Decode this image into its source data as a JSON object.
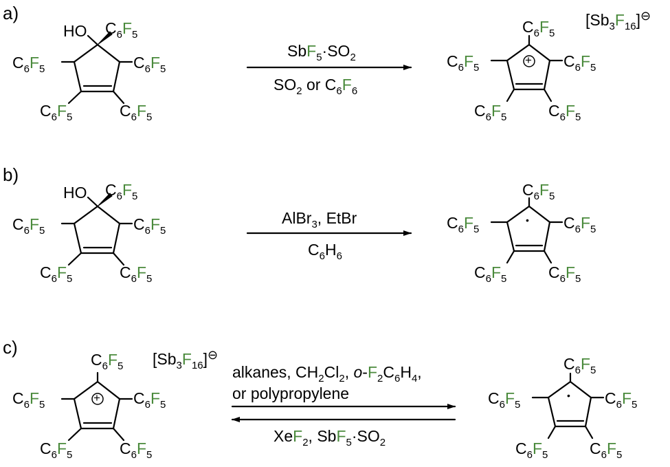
{
  "panels": [
    "a)",
    "b)",
    "c)"
  ],
  "groups": {
    "ho": "HO",
    "c": "C",
    "f": "F",
    "c6": "6",
    "f5": "5"
  },
  "anion": {
    "open": "[Sb",
    "three": "3",
    "f": "F",
    "sixteen": "16",
    "close": "]",
    "charge": "⊖"
  },
  "cation_charge": "+",
  "radical_dot": "•",
  "rxn_a": {
    "top": {
      "sb": "Sb",
      "f": "F",
      "five": "5",
      "so2": "·SO",
      "two": "2"
    },
    "bottom": {
      "so": "SO",
      "two": "2",
      "or": " or C",
      "six": "6",
      "f": "F",
      "six2": "6"
    }
  },
  "rxn_b": {
    "top": {
      "al": "AlBr",
      "three": "3",
      "rest": ", EtBr"
    },
    "bottom": {
      "c": "C",
      "six": "6",
      "h": "H",
      "six2": "6"
    }
  },
  "rxn_c": {
    "line1": {
      "a": "alkanes, CH",
      "two1": "2",
      "cl": "Cl",
      "two2": "2",
      "sep": ", ",
      "o": "o",
      "dash": "-",
      "f": "F",
      "two3": "2",
      "c": "C",
      "six": "6",
      "h": "H",
      "four": "4",
      "comma": ","
    },
    "line2": "or polypropylene",
    "bottom": {
      "xe": "Xe",
      "f": "F",
      "two": "2",
      "sep": ", Sb",
      "f2": "F",
      "five": "5",
      "so": "·SO",
      "two2": "2"
    }
  }
}
